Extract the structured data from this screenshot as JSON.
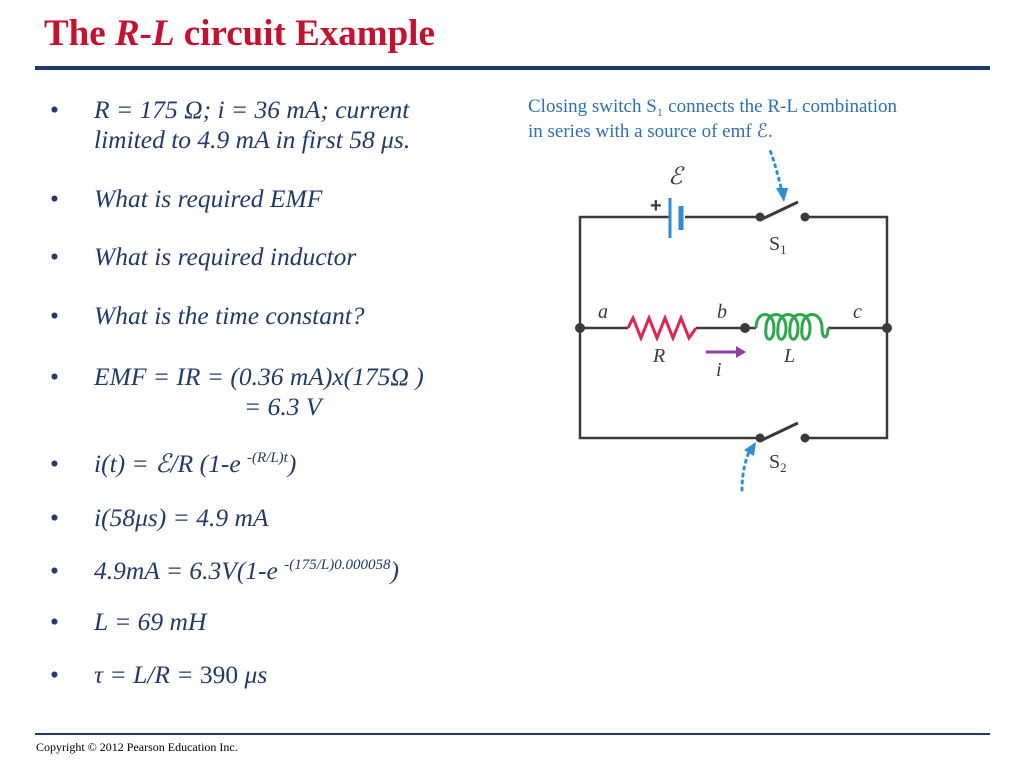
{
  "title": {
    "prefix": "The ",
    "italic": "R-L",
    "suffix": " circuit Example"
  },
  "bullet_glyph": "•",
  "bullets": [
    {
      "line1": "R = 175 Ω; i = 36 mA; current",
      "line2": "limited to 4.9 mA in first 58 μs."
    },
    {
      "text": "What is required EMF"
    },
    {
      "text": "What is required inductor"
    },
    {
      "text": "What is the time constant?"
    },
    {
      "line1": "EMF = IR = (0.36 mA)x(175Ω )",
      "line2": "= 6.3 V"
    },
    {
      "base": "i(t) = ℰ/R (1-e ",
      "sup": "-(R/L)t",
      "tail": ")"
    },
    {
      "text": "i(58μs) = 4.9 mA"
    },
    {
      "base": "4.9mA = 6.3V(1-e ",
      "sup": "-(175/L)0.000058",
      "tail": ")"
    },
    {
      "text": "L = 69 mH"
    },
    {
      "tau": "τ",
      "middle": " = L/R = ",
      "value": "390 ",
      "unit": "μs"
    }
  ],
  "caption": {
    "line1": "Closing switch S₁ connects the R-L combination",
    "line2": "in series with a source of emf ℰ."
  },
  "circuit": {
    "emf_label": "ℰ",
    "plus_sign": "+",
    "switch1_label": "S",
    "switch1_sub": "1",
    "switch2_label": "S",
    "switch2_sub": "2",
    "node_a": "a",
    "node_b": "b",
    "node_c": "c",
    "resistor_label": "R",
    "inductor_label": "L",
    "current_label": "i",
    "colors": {
      "wire": "#3a3a3a",
      "battery": "#2a8fd4",
      "resistor": "#e8224f",
      "inductor": "#2aa84a",
      "current_arrow": "#8e3aa8",
      "callout": "#2a8fd4"
    }
  },
  "footer": {
    "copyright": "Copyright © 2012 Pearson Education Inc."
  },
  "colors": {
    "title": "#c8102e",
    "text": "#1f3b6e",
    "rule": "#1f3b6e",
    "caption": "#2a6fba"
  }
}
